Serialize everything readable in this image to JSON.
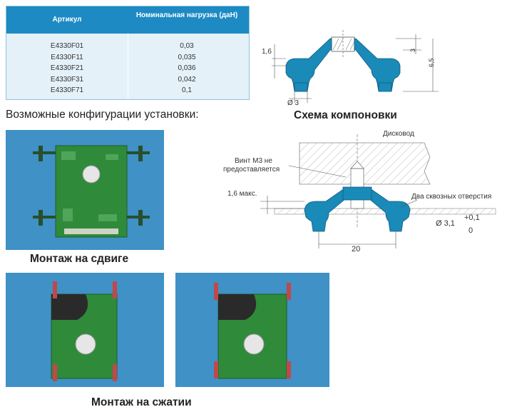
{
  "spec_table": {
    "headers": [
      "Артикул",
      "Номинальная нагрузка (даН)"
    ],
    "rows": [
      [
        "E4330F01",
        "0,03"
      ],
      [
        "E4330F11",
        "0,035"
      ],
      [
        "E4330F21",
        "0,036"
      ],
      [
        "E4330F31",
        "0,042"
      ],
      [
        "E4330F71",
        "0,1"
      ]
    ]
  },
  "configurations_heading": "Возможные конфигурации установки:",
  "captions": {
    "layout_scheme": "Схема компоновки",
    "shear_mount": "Монтаж на сдвиге",
    "compression_mount": "Монтаж на сжатии"
  },
  "top_drawing": {
    "dim_height_left": "1,6",
    "dim_hole": "Ø 3",
    "dim_top": "3",
    "dim_total": "6,5"
  },
  "assembly_drawing": {
    "disk_drive_label": "Дисковод",
    "screw_label_line1": "Винт М3 не",
    "screw_label_line2": "предоставляется",
    "max_height": "1,6 макс.",
    "holes_label": "Два сквозных отверстия",
    "hole_dim": "Ø 3,1",
    "tol_upper": "+0,1",
    "tol_lower": "0",
    "spacing": "20"
  },
  "colors": {
    "table_header": "#1d8ac4",
    "table_body": "#e4f1f8",
    "isolator": "#1a8ab8",
    "photo_bg": "#3f91c6",
    "pcb": "#2f8a3a"
  }
}
